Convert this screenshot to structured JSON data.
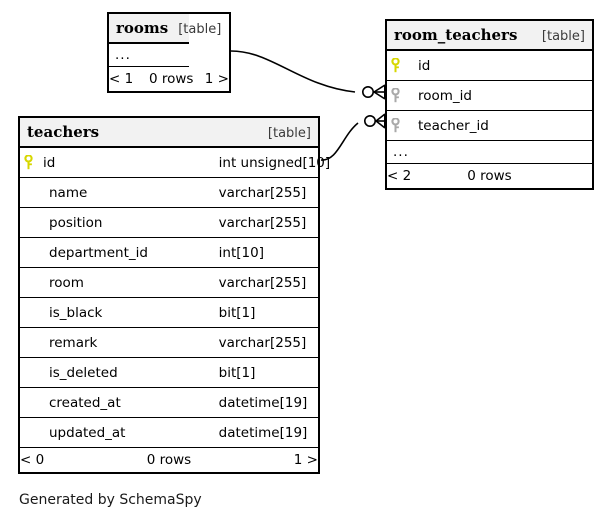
{
  "diagram": {
    "caption": "Generated by SchemaSpy",
    "background": "#ffffff",
    "line_color": "#000000",
    "header_fill": "#f2f2f2",
    "pk_key_color": "#d7d700",
    "fk_key_color": "#a9a9a9",
    "table_tag": "[table]"
  },
  "tables": {
    "rooms": {
      "name": "rooms",
      "tag": "[table]",
      "ellipsis": "...",
      "footer": {
        "left": "< 1",
        "middle": "0 rows",
        "right": "1 >"
      }
    },
    "room_teachers": {
      "name": "room_teachers",
      "tag": "[table]",
      "columns": [
        {
          "key": "primary",
          "key_icon": "key-icon",
          "name": "id",
          "type": ""
        },
        {
          "key": "foreign",
          "key_icon": "key-icon",
          "name": "room_id",
          "type": ""
        },
        {
          "key": "foreign",
          "key_icon": "key-icon",
          "name": "teacher_id",
          "type": ""
        }
      ],
      "ellipsis": "...",
      "footer": {
        "left": "< 2",
        "middle": "0 rows",
        "right": ""
      }
    },
    "teachers": {
      "name": "teachers",
      "tag": "[table]",
      "columns": [
        {
          "key": "primary",
          "key_icon": "key-icon",
          "name": "id",
          "type": "int unsigned[10]"
        },
        {
          "key": "none",
          "key_icon": "",
          "name": "name",
          "type": "varchar[255]"
        },
        {
          "key": "none",
          "key_icon": "",
          "name": "position",
          "type": "varchar[255]"
        },
        {
          "key": "none",
          "key_icon": "",
          "name": "department_id",
          "type": "int[10]"
        },
        {
          "key": "none",
          "key_icon": "",
          "name": "room",
          "type": "varchar[255]"
        },
        {
          "key": "none",
          "key_icon": "",
          "name": "is_black",
          "type": "bit[1]"
        },
        {
          "key": "none",
          "key_icon": "",
          "name": "remark",
          "type": "varchar[255]"
        },
        {
          "key": "none",
          "key_icon": "",
          "name": "is_deleted",
          "type": "bit[1]"
        },
        {
          "key": "none",
          "key_icon": "",
          "name": "created_at",
          "type": "datetime[19]"
        },
        {
          "key": "none",
          "key_icon": "",
          "name": "updated_at",
          "type": "datetime[19]"
        }
      ],
      "footer": {
        "left": "< 0",
        "middle": "0 rows",
        "right": "1 >"
      }
    }
  },
  "relationships": [
    {
      "name": "rooms-to-room_teachers",
      "from_table": "rooms",
      "to_table": "room_teachers",
      "to_column": "room_id",
      "from_cardinality": "one",
      "to_cardinality": "zero-or-many"
    },
    {
      "name": "teachers-to-room_teachers",
      "from_table": "teachers",
      "to_table": "room_teachers",
      "to_column": "teacher_id",
      "from_cardinality": "one",
      "to_cardinality": "zero-or-many"
    }
  ]
}
